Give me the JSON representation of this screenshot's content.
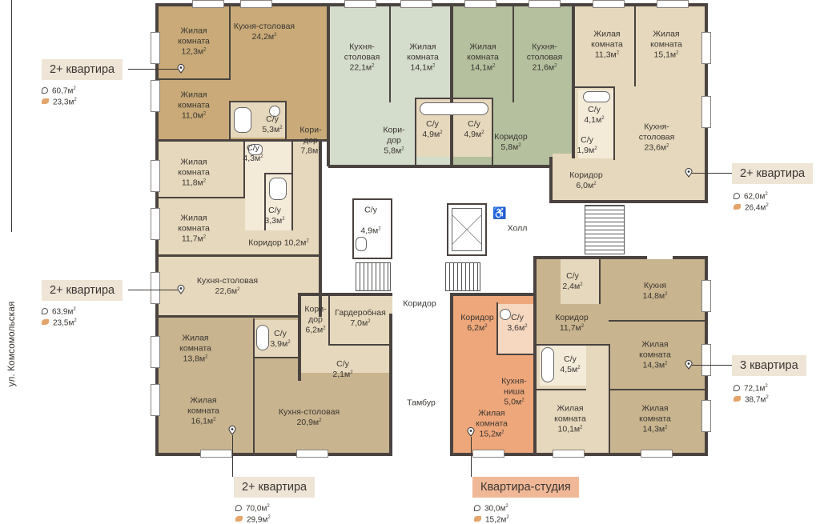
{
  "street": "ул. Комсомольская",
  "colors": {
    "tan": "#c9aa78",
    "tan_light": "#e6d8bc",
    "sage": "#d4dccb",
    "sage_dark": "#b4c09e",
    "khaki": "#c8b48e",
    "studio": "#eea77a",
    "wall": "#4a4340",
    "badge": "#efe5d6",
    "badge_studio": "#f0b896"
  },
  "rooms": {
    "a_zh1": {
      "name": "Жилая\nкомната",
      "area": "12,3м"
    },
    "a_kuh": {
      "name": "Кухня-столовая",
      "area": "24,2м"
    },
    "a_zh2": {
      "name": "Жилая\nкомната",
      "area": "11,0м"
    },
    "a_su": {
      "name": "С/у",
      "area": "5,3м"
    },
    "a_kor": {
      "name": "Кори-\nдор",
      "area": "7,8м"
    },
    "b_kuh": {
      "name": "Кухня-\nстоловая",
      "area": "22,1м"
    },
    "b_zh": {
      "name": "Жилая\nкомната",
      "area": "14,1м"
    },
    "b_su": {
      "name": "С/у",
      "area": "4,9м"
    },
    "b_kor": {
      "name": "Кори-\nдор",
      "area": "5,8м"
    },
    "c_zh": {
      "name": "Жилая\nкомната",
      "area": "14,1м"
    },
    "c_kuh": {
      "name": "Кухня-\nстоловая",
      "area": "21,6м"
    },
    "c_su": {
      "name": "С/у",
      "area": "4,9м"
    },
    "c_kor": {
      "name": "Коридор",
      "area": "5,8м"
    },
    "d_zh1": {
      "name": "Жилая\nкомната",
      "area": "11,3м"
    },
    "d_zh2": {
      "name": "Жилая\nкомната",
      "area": "15,1м"
    },
    "d_su1": {
      "name": "С/у",
      "area": "4,1м"
    },
    "d_su2": {
      "name": "С/у",
      "area": "1,9м"
    },
    "d_kuh": {
      "name": "Кухня-\nстоловая",
      "area": "23,6м"
    },
    "d_kor": {
      "name": "Коридор",
      "area": "6,0м"
    },
    "e_zh1": {
      "name": "Жилая\nкомната",
      "area": "11,8м"
    },
    "e_su1": {
      "name": "С/у",
      "area": "4,3м"
    },
    "e_su2": {
      "name": "С/у",
      "area": "3,3м"
    },
    "e_zh2": {
      "name": "Жилая\nкомната",
      "area": "11,7м"
    },
    "e_kor": {
      "name": "Коридор",
      "area": "10,2м"
    },
    "e_kuh": {
      "name": "Кухня-столовая",
      "area": "22,6м"
    },
    "hall_su": {
      "name": "С/у",
      "area": "4,9м"
    },
    "hall": {
      "name": "Холл"
    },
    "corridor": {
      "name": "Коридор"
    },
    "tambur": {
      "name": "Тамбур"
    },
    "f_zh1": {
      "name": "Жилая\nкомната",
      "area": "13,8м"
    },
    "f_su": {
      "name": "С/у",
      "area": "3,9м"
    },
    "f_kor": {
      "name": "Кори-\nдор",
      "area": "6,2м"
    },
    "f_gard": {
      "name": "Гардеробная",
      "area": "7,0м"
    },
    "f_su2": {
      "name": "С/у",
      "area": "2,1м"
    },
    "f_zh2": {
      "name": "Жилая\nкомната",
      "area": "16,1м"
    },
    "f_kuh": {
      "name": "Кухня-столовая",
      "area": "20,9м"
    },
    "s_kor": {
      "name": "Коридор",
      "area": "6,2м"
    },
    "s_su": {
      "name": "С/у",
      "area": "3,6м"
    },
    "s_nisha": {
      "name": "Кухня-\nниша",
      "area": "5,0м"
    },
    "s_zh": {
      "name": "Жилая\nкомната",
      "area": "15,2м"
    },
    "g_su1": {
      "name": "С/у",
      "area": "2,4м"
    },
    "g_kuh": {
      "name": "Кухня",
      "area": "14,8м"
    },
    "g_kor": {
      "name": "Коридор",
      "area": "11,7м"
    },
    "g_zh1": {
      "name": "Жилая\nкомната",
      "area": "14,3м"
    },
    "g_su2": {
      "name": "С/у",
      "area": "4,5м"
    },
    "g_zh2": {
      "name": "Жилая\nкомната",
      "area": "10,1м"
    },
    "g_zh3": {
      "name": "Жилая\nкомната",
      "area": "14,3м"
    }
  },
  "apartments": {
    "a": {
      "title": "2+ квартира",
      "total": "60,7м",
      "living": "23,3м"
    },
    "d": {
      "title": "2+ квартира",
      "total": "62,0м",
      "living": "26,4м"
    },
    "e": {
      "title": "2+ квартира",
      "total": "63,9м",
      "living": "23,5м"
    },
    "g": {
      "title": "3 квартира",
      "total": "72,1м",
      "living": "38,7м"
    },
    "f": {
      "title": "2+ квартира",
      "total": "70,0м",
      "living": "29,9м"
    },
    "s": {
      "title": "Квартира-студия",
      "total": "30,0м",
      "living": "15,2м"
    }
  },
  "sup": "2"
}
